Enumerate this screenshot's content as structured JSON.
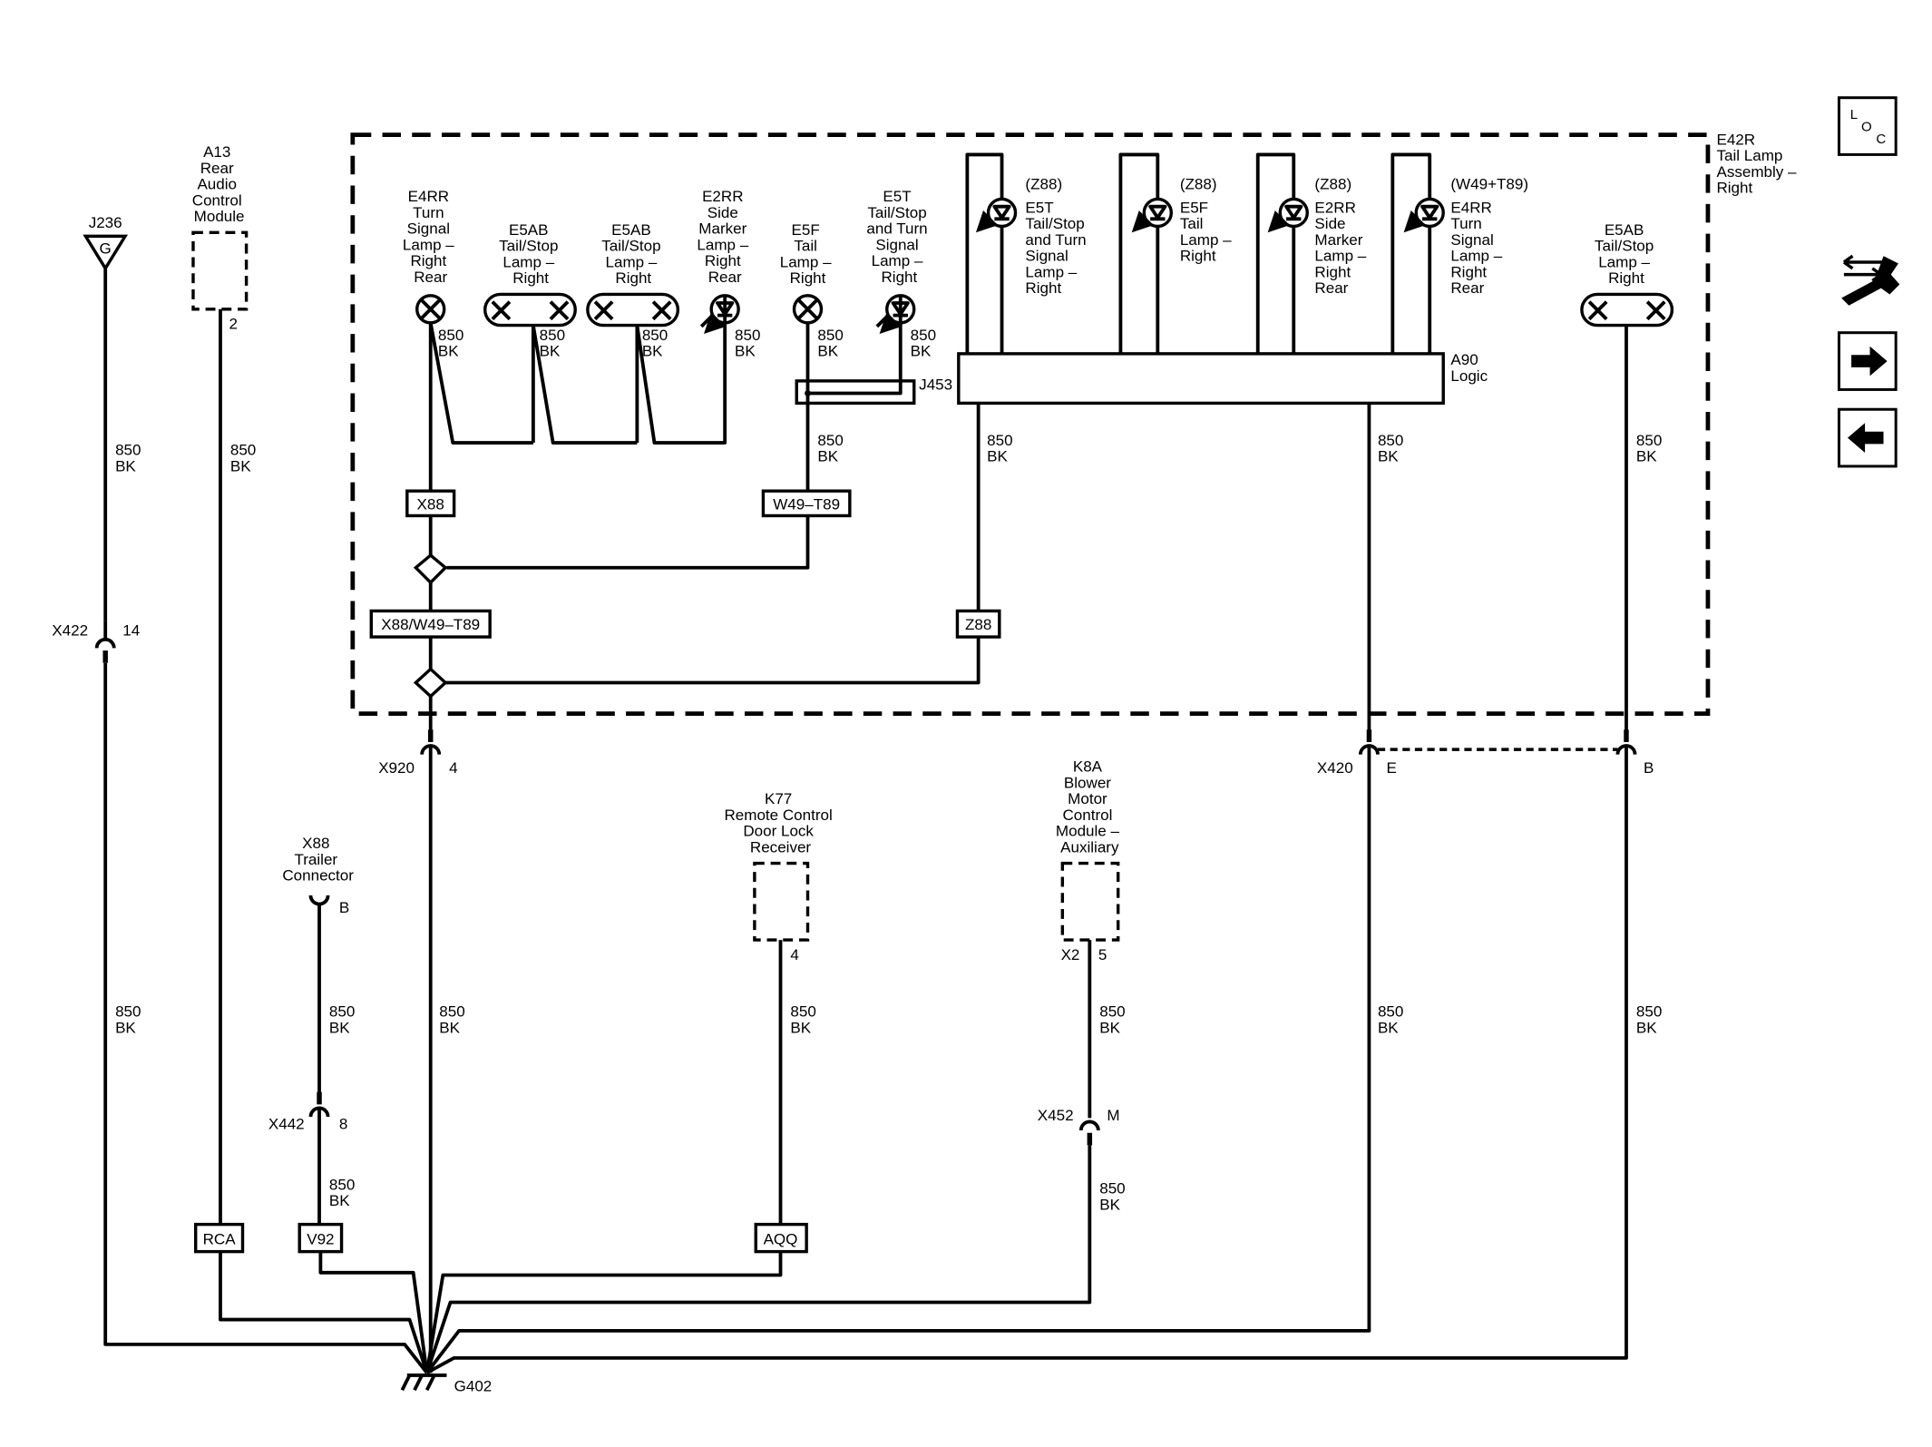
{
  "tail_lamp_assembly": {
    "lines": [
      "E42R",
      "Tail Lamp",
      "Assembly –",
      "Right"
    ]
  },
  "loc_button": {
    "letters": [
      "L",
      "O",
      "C"
    ]
  },
  "nav": {
    "tools_icon": "wrench-arrows-icon",
    "next_icon": "arrow-right-icon",
    "prev_icon": "arrow-left-icon"
  },
  "components": {
    "j236": {
      "label": "J236",
      "pin": "G"
    },
    "a13": {
      "lines": [
        "A13",
        "Rear",
        "Audio",
        "Control",
        "Module"
      ],
      "pin": "2"
    },
    "e4rr_rear": {
      "lines": [
        "E4RR",
        "Turn",
        "Signal",
        "Lamp –",
        "Right",
        "Rear"
      ]
    },
    "e5ab_1": {
      "lines": [
        "E5AB",
        "Tail/Stop",
        "Lamp –",
        "Right"
      ]
    },
    "e5ab_2": {
      "lines": [
        "E5AB",
        "Tail/Stop",
        "Lamp –",
        "Right"
      ]
    },
    "e2rr": {
      "lines": [
        "E2RR",
        "Side",
        "Marker",
        "Lamp –",
        "Right",
        "Rear"
      ]
    },
    "e5f": {
      "lines": [
        "E5F",
        "Tail",
        "Lamp –",
        "Right"
      ]
    },
    "e5t": {
      "lines": [
        "E5T",
        "Tail/Stop",
        "and Turn",
        "Signal",
        "Lamp –",
        "Right"
      ]
    },
    "led_e5t": {
      "option": "(Z88)",
      "lines": [
        "E5T",
        "Tail/Stop",
        "and Turn",
        "Signal",
        "Lamp –",
        "Right"
      ]
    },
    "led_e5f": {
      "option": "(Z88)",
      "lines": [
        "E5F",
        "Tail",
        "Lamp –",
        "Right"
      ]
    },
    "led_e2rr": {
      "option": "(Z88)",
      "lines": [
        "E2RR",
        "Side",
        "Marker",
        "Lamp –",
        "Right",
        "Rear"
      ]
    },
    "led_e4rr": {
      "option": "(W49+T89)",
      "lines": [
        "E4RR",
        "Turn",
        "Signal",
        "Lamp –",
        "Right",
        "Rear"
      ]
    },
    "e5ab_right": {
      "lines": [
        "E5AB",
        "Tail/Stop",
        "Lamp –",
        "Right"
      ]
    },
    "a90": {
      "lines": [
        "A90",
        "Logic"
      ]
    },
    "j453": {
      "label": "J453"
    },
    "k77": {
      "lines": [
        "K77",
        "Remote Control",
        "Door Lock",
        "Receiver"
      ],
      "pin": "4"
    },
    "k8a": {
      "lines": [
        "K8A",
        "Blower",
        "Motor",
        "Control",
        "Module –",
        "Auxiliary"
      ],
      "connector": "X2",
      "pin": "5"
    },
    "x88_trailer": {
      "lines": [
        "X88",
        "Trailer",
        "Connector"
      ],
      "pin": "B"
    },
    "g402": {
      "label": "G402"
    }
  },
  "option_boxes": {
    "x88": "X88",
    "w49_t89": "W49–T89",
    "x88_w49_t89": "X88/W49–T89",
    "z88": "Z88",
    "rca": "RCA",
    "v92": "V92",
    "aqq": "AQQ"
  },
  "connectors": {
    "x422": {
      "name": "X422",
      "pin": "14"
    },
    "x920": {
      "name": "X920",
      "pin": "4"
    },
    "x420": {
      "name": "X420",
      "pin_e": "E",
      "pin_b": "B"
    },
    "x442": {
      "name": "X442",
      "pin": "8"
    },
    "x452": {
      "name": "X452",
      "pin": "M"
    }
  },
  "wire": {
    "circuit": "850",
    "color": "BK"
  }
}
